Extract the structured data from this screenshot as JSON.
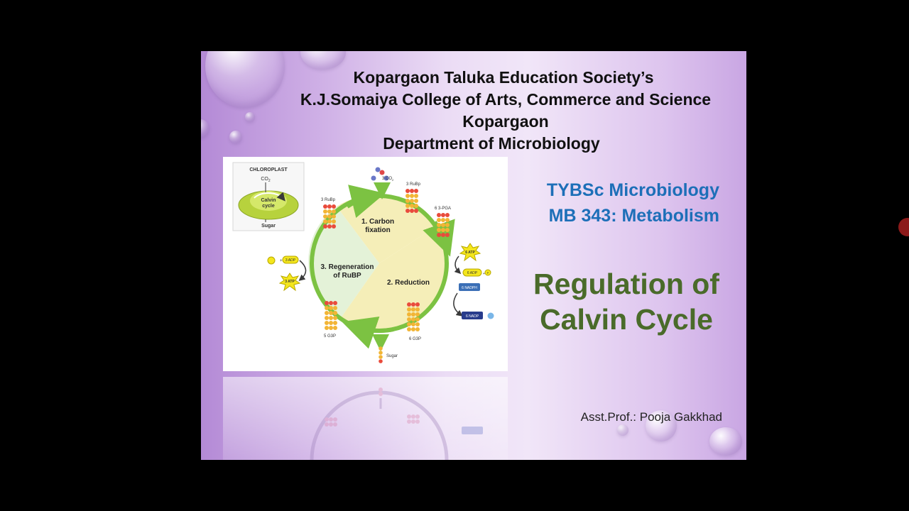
{
  "header": {
    "line1": "Kopargaon Taluka Education Society’s",
    "line2": "K.J.Somaiya College of Arts, Commerce and Science",
    "line3": "Kopargaon",
    "line4": "Department of Microbiology"
  },
  "subtitle": {
    "course": "TYBSc Microbiology",
    "paper": "MB 343: Metabolism"
  },
  "title": {
    "line1": "Regulation of",
    "line2": "Calvin Cycle"
  },
  "author": "Asst.Prof.: Pooja Gakkhad",
  "diagram": {
    "inset_title": "CHLOROPLAST",
    "inset_co2": "CO",
    "inset_co2_sub": "2",
    "inset_cycle_line1": "Calvin",
    "inset_cycle_line2": "cycle",
    "inset_sugar": "Sugar",
    "co2_in": "3 CO",
    "co2_in_sub": "2",
    "rubp_top": "3 RuBp",
    "rubp_left": "3 RuBp",
    "pga": "6 3-PGA",
    "phase1_line1": "1. Carbon",
    "phase1_line2": "fixation",
    "phase2": "2. Reduction",
    "phase3_line1": "3. Regeneration",
    "phase3_line2": "of RuBP",
    "atp_6": "6 ATP",
    "adp_6": "6 ADP",
    "nadph_6": "6 NADPH",
    "nadp_6": "6 NADP",
    "g3p_6": "6 G3P",
    "g3p_5": "5 G3P",
    "adp_3": "3 ADP",
    "atp_3": "3 ATP",
    "sugar_out": "Sugar",
    "pi": "P",
    "colors": {
      "cycle_arrow": "#7cc242",
      "atp_burst": "#f4e61c",
      "nadph": "#3b6fb6",
      "nadp": "#283c8c",
      "sector_light": "#f5eeb8",
      "sector_green": "#e4f2d8"
    }
  }
}
